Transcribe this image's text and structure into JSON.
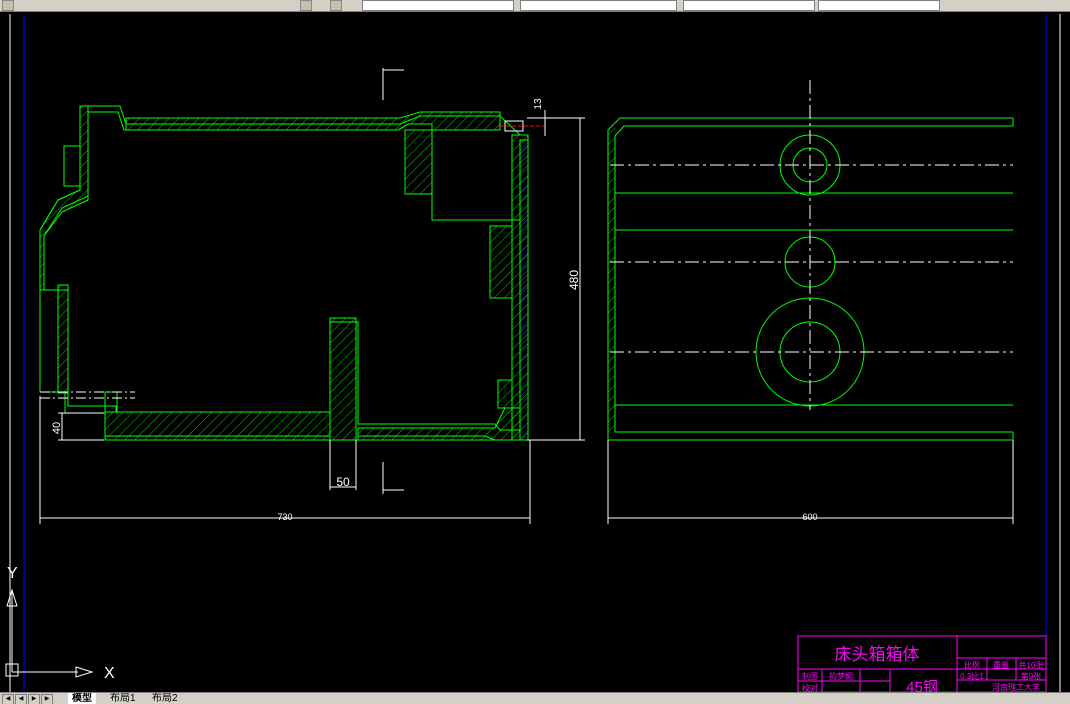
{
  "tabs": [
    {
      "label": "模型",
      "active": true
    },
    {
      "label": "布局1",
      "active": false
    },
    {
      "label": "布局2",
      "active": false
    }
  ],
  "drawing": {
    "dims": {
      "height_480": "480",
      "width_730": "730",
      "width_600": "600",
      "dim_50": "50",
      "dim_40": "40",
      "dim_13": "13"
    },
    "ucs": {
      "x_label": "X",
      "y_label": "Y"
    }
  },
  "title_block": {
    "title": "床头箱箱体",
    "scale_label": "比例",
    "weight_label": "重量",
    "sheets_label": "共10张",
    "scale_value": "0.3比1",
    "sheet_no": "第9张",
    "drawn_label": "制图",
    "drawn_name": "韵梦妮",
    "check_label": "校对",
    "material": "45钢",
    "school": "河南理工大学"
  },
  "colors": {
    "background": "#000000",
    "part_lines": "#00ff00",
    "dim_lines": "#ffffff",
    "title_block": "#ff00ff",
    "border": "#0000ff"
  }
}
